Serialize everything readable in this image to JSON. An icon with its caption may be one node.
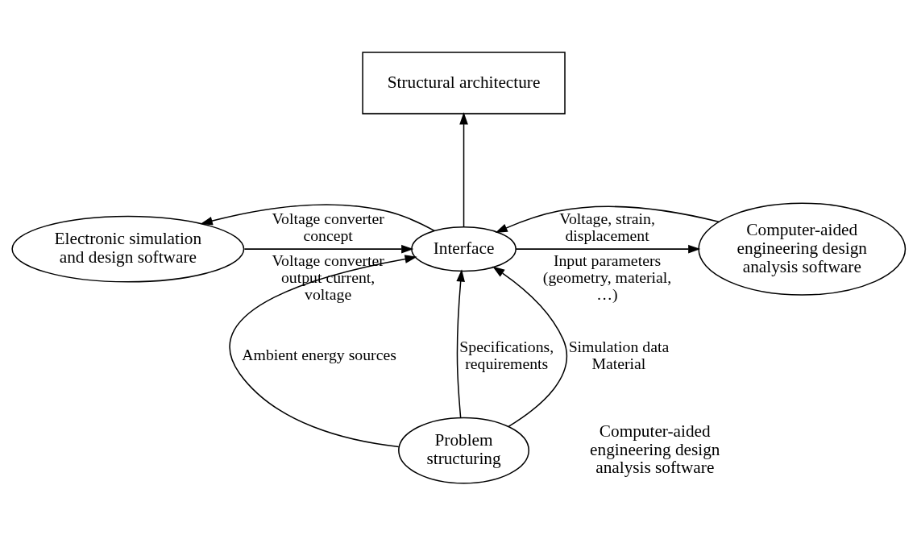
{
  "diagram": {
    "nodes": [
      {
        "text": [
          "Structural architecture"
        ]
      },
      {
        "text": [
          "Electronic simulation and design software"
        ]
      },
      {
        "text": [
          "Interface"
        ]
      },
      {
        "text": [
          "Computer-aided engineering design analysis software"
        ]
      },
      {
        "text": [
          "Problem structuring"
        ]
      }
    ],
    "edges": [
      {
        "from": 2,
        "to": 0,
        "arrow": "to"
      },
      {
        "from": 2,
        "to": 1,
        "arrow": "to",
        "label": "Voltage converter concept"
      },
      {
        "from": 1,
        "to": 2,
        "arrow": "to",
        "label": "Voltage converter output current, voltage"
      },
      {
        "from": 3,
        "to": 2,
        "arrow": "to",
        "label": "Voltage, strain, displacement"
      },
      {
        "from": 2,
        "to": 3,
        "arrow": "to",
        "label": "Input parameters (geometry, material, …)"
      },
      {
        "from": 4,
        "to": 2,
        "arrow": "to",
        "label": "Ambient energy sources"
      },
      {
        "from": 4,
        "to": 2,
        "arrow": "to",
        "label": "Specifications, requirements"
      },
      {
        "from": 4,
        "to": 2,
        "arrow": "to",
        "label": "Simulation data Material"
      }
    ],
    "labels": [
      "Computer-aided engineering design analysis software"
    ]
  }
}
